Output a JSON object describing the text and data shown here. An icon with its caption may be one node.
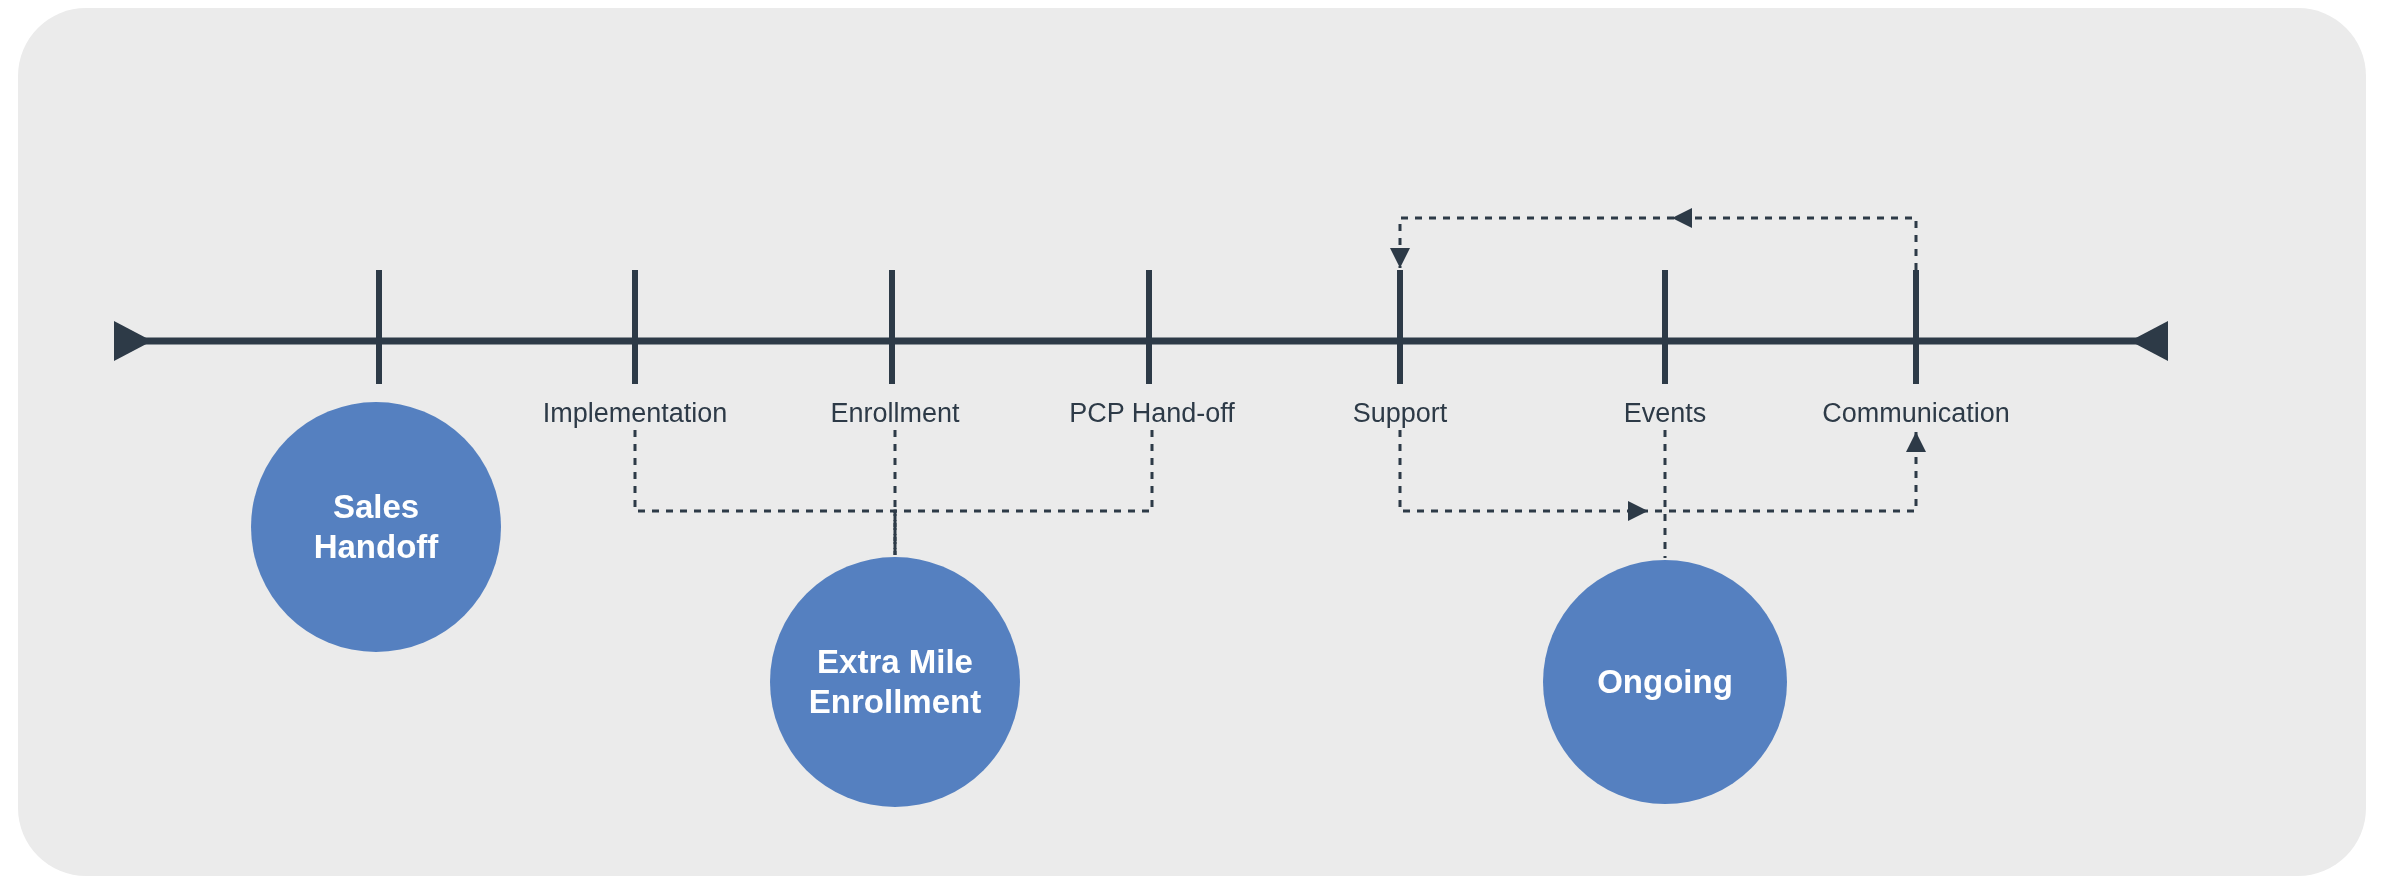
{
  "diagram": {
    "nodes": [
      {
        "text": [],
        "shape": "bar"
      },
      {
        "text": [],
        "shape": "bar"
      },
      {
        "text": [],
        "shape": "bar"
      },
      {
        "text": [],
        "shape": "bar"
      },
      {
        "text": [],
        "shape": "bar"
      },
      {
        "text": [],
        "shape": "bar"
      },
      {
        "text": [],
        "shape": "bar"
      },
      {
        "text": [
          "Sales Handoff"
        ]
      },
      {
        "text": [
          "Implementation"
        ]
      },
      {
        "text": [
          "Enrollment"
        ]
      },
      {
        "text": [
          "PCP Hand-off"
        ]
      },
      {
        "text": [
          "Support"
        ]
      },
      {
        "text": [
          "Events"
        ]
      },
      {
        "text": [
          "Communication"
        ]
      },
      {
        "text": [
          "Extra Mile Enrollment"
        ]
      },
      {
        "text": [
          "Ongoing"
        ]
      }
    ],
    "edges": [
      {
        "from": 8,
        "to": 14,
        "arrow": "none",
        "style": "dashed"
      },
      {
        "from": 10,
        "to": 14,
        "arrow": "none",
        "style": "dashed"
      },
      {
        "from": 9,
        "to": 14,
        "arrow": "none",
        "style": "dashed"
      },
      {
        "from": 11,
        "to": 13,
        "arrow": "to",
        "style": "dashed"
      },
      {
        "from": 12,
        "to": 15,
        "arrow": "none",
        "style": "dashed"
      },
      {
        "from": 6,
        "to": 4,
        "arrow": "to",
        "style": "dashed"
      }
    ]
  }
}
